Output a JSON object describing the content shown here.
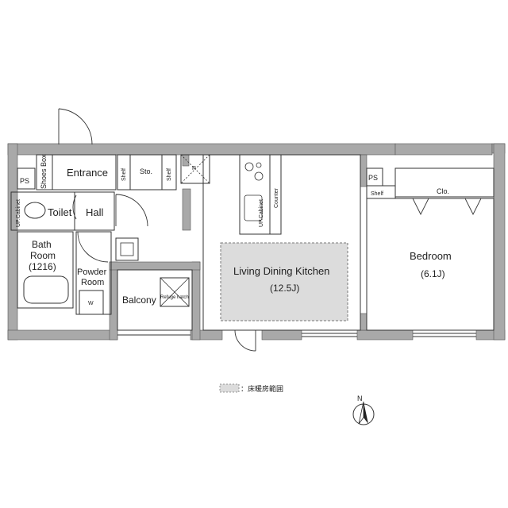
{
  "rooms": {
    "entrance": "Entrance",
    "shoes_box": "Shoes Box",
    "ps_left": "PS",
    "toilet": "Toilet",
    "up_cabinet_toilet": "UP.Cabinet",
    "hall": "Hall",
    "shelf_a": "Shelf",
    "storage": "Sto.",
    "shelf_b": "Shelf",
    "refrigerator_mark": "R",
    "bath_line1": "Bath",
    "bath_line2": "Room",
    "bath_line3": "(1216)",
    "powder_line1": "Powder",
    "powder_line2": "Room",
    "washer_mark": "W",
    "balcony": "Balcony",
    "refuge_hatch": "Refuge hatch",
    "up_cabinet_kitchen": "UP.Cabinet",
    "counter": "Counter",
    "ldk_name": "Living Dining Kitchen",
    "ldk_size": "(12.5J)",
    "ps_right": "PS",
    "shelf_bedroom": "Shelf",
    "closet": "Clo.",
    "bedroom_name": "Bedroom",
    "bedroom_size": "(6.1J)"
  },
  "legend": {
    "text": "：床暖房範囲",
    "floor_heating_color": "#dcdcdc"
  },
  "compass": {
    "label": "N",
    "icon": "north-arrow-icon"
  },
  "colors": {
    "wall": "#a9a9a9",
    "line": "#333333",
    "floor": "#ffffff"
  }
}
